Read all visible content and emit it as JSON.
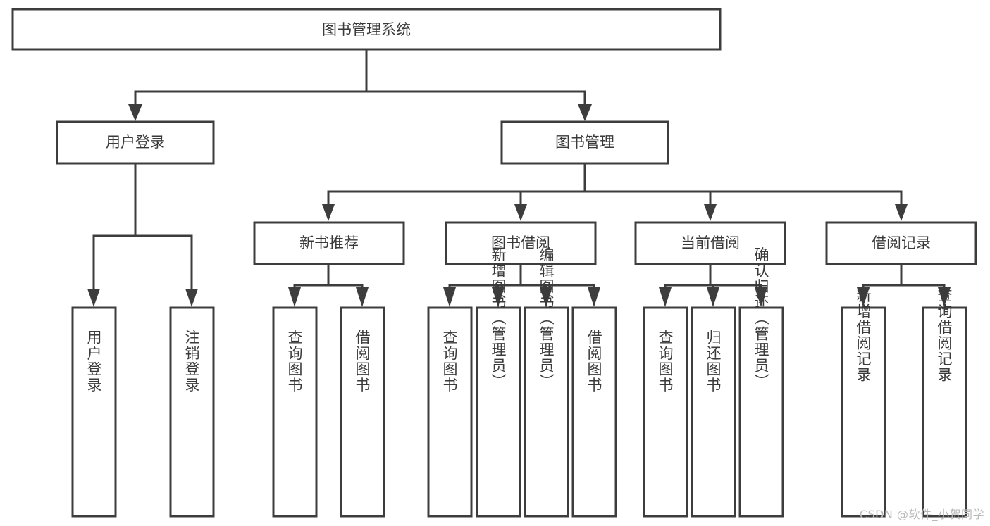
{
  "diagram": {
    "type": "tree-hierarchy",
    "title": "图书管理系统",
    "background_color": "#ffffff",
    "stroke_color": "#3d3d3d",
    "text_color": "#3a3a3a",
    "watermark": "CSDN @软件_小贺同学",
    "levels": 4,
    "root": {
      "label": "图书管理系统",
      "children": [
        {
          "label": "用户登录",
          "children": [
            {
              "label": "用户登录"
            },
            {
              "label": "注销登录"
            }
          ]
        },
        {
          "label": "图书管理",
          "children": [
            {
              "label": "新书推荐",
              "children": [
                {
                  "label": "查询图书"
                },
                {
                  "label": "借阅图书"
                }
              ]
            },
            {
              "label": "图书借阅",
              "children": [
                {
                  "label": "查询图书"
                },
                {
                  "label": "新增图书（管理员）"
                },
                {
                  "label": "编辑图书（管理员）"
                },
                {
                  "label": "借阅图书"
                }
              ]
            },
            {
              "label": "当前借阅",
              "children": [
                {
                  "label": "查询图书"
                },
                {
                  "label": "归还图书"
                },
                {
                  "label": "确认归还（管理员）"
                }
              ]
            },
            {
              "label": "借阅记录",
              "children": [
                {
                  "label": "新增借阅记录"
                },
                {
                  "label": "查询借阅记录"
                }
              ]
            }
          ]
        }
      ]
    },
    "nodes": {
      "root": "图书管理系统",
      "l2_user_login": "用户登录",
      "l2_book_manage": "图书管理",
      "l3_new_book": "新书推荐",
      "l3_borrow": "图书借阅",
      "l3_current": "当前借阅",
      "l3_record": "借阅记录",
      "leaf_user_login": "用户登录",
      "leaf_logout": "注销登录",
      "leaf_nb_query": "查询图书",
      "leaf_nb_borrow": "借阅图书",
      "leaf_bb_query": "查询图书",
      "leaf_bb_add": "新增图书（管理员）",
      "leaf_bb_edit": "编辑图书（管理员）",
      "leaf_bb_borrow": "借阅图书",
      "leaf_cb_query": "查询图书",
      "leaf_cb_return": "归还图书",
      "leaf_cb_confirm": "确认归还（管理员）",
      "leaf_rc_add": "新增借阅记录",
      "leaf_rc_query": "查询借阅记录"
    }
  }
}
